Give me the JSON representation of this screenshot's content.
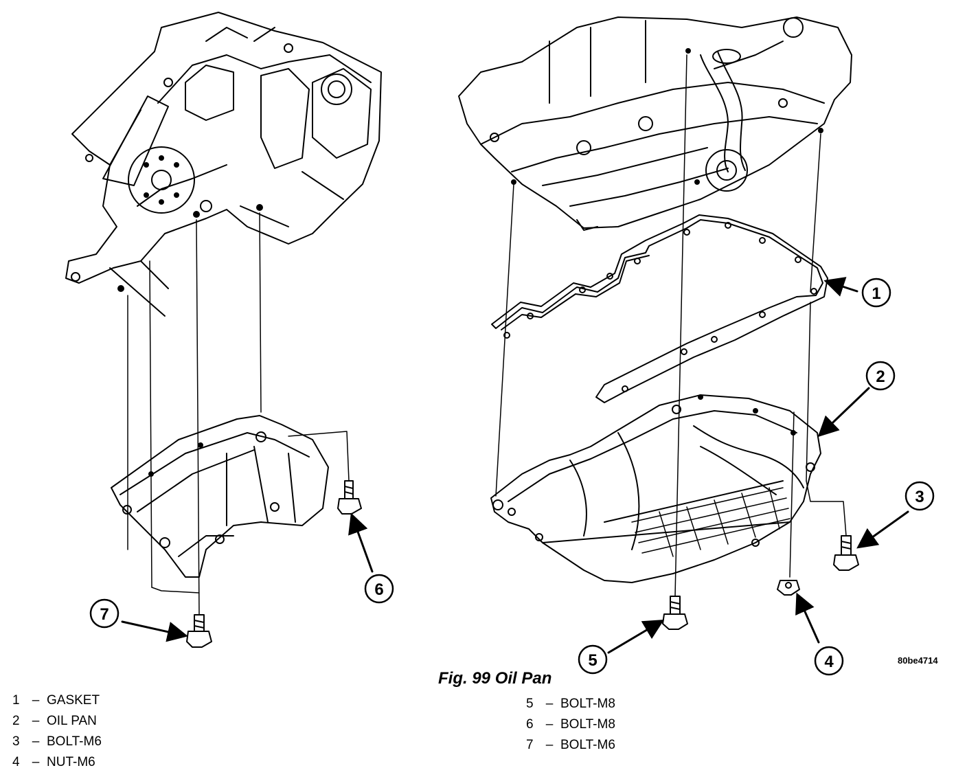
{
  "figure": {
    "title": "Fig. 99 Oil Pan",
    "code": "80be4714"
  },
  "callouts": [
    "1",
    "2",
    "3",
    "4",
    "5",
    "6",
    "7"
  ],
  "legend": {
    "left": [
      {
        "num": "1",
        "dash": "–",
        "label": "GASKET"
      },
      {
        "num": "2",
        "dash": "–",
        "label": "OIL PAN"
      },
      {
        "num": "3",
        "dash": "–",
        "label": "BOLT-M6"
      },
      {
        "num": "4",
        "dash": "–",
        "label": "NUT-M6"
      }
    ],
    "right": [
      {
        "num": "5",
        "dash": "–",
        "label": "BOLT-M8"
      },
      {
        "num": "6",
        "dash": "–",
        "label": "BOLT-M8"
      },
      {
        "num": "7",
        "dash": "–",
        "label": "BOLT-M6"
      }
    ]
  }
}
